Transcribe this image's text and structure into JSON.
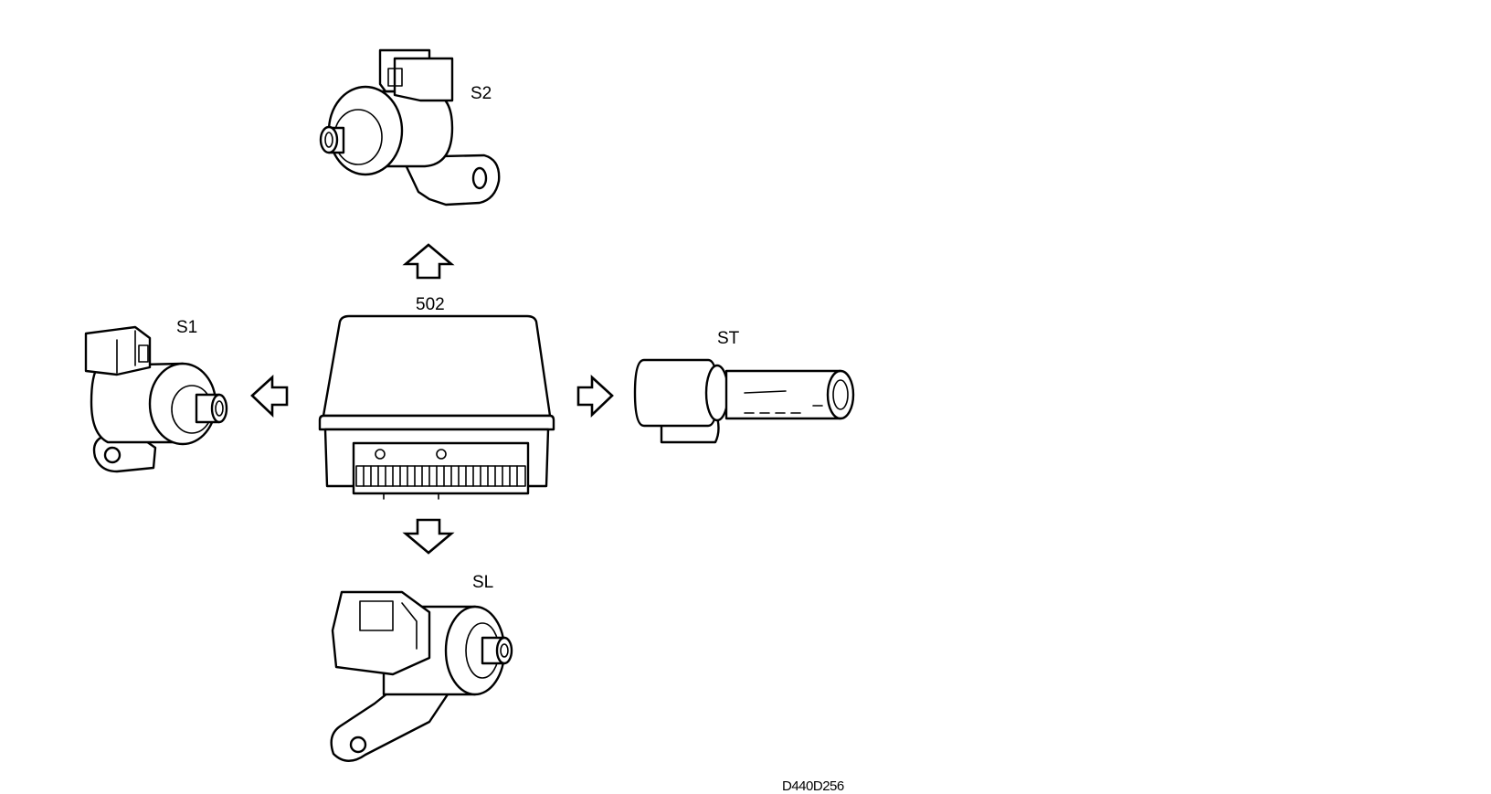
{
  "labels": {
    "ecu": "502",
    "s1": "S1",
    "s2": "S2",
    "st": "ST",
    "sl": "SL"
  },
  "figure_code": "D440D256",
  "colors": {
    "line": "#000000",
    "background": "#ffffff"
  }
}
